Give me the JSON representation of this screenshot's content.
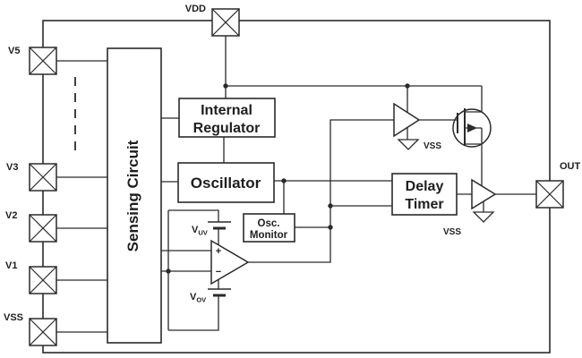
{
  "diagram": {
    "title_hint": "voltage-detector block diagram",
    "colors": {
      "line": "#2a2a2a",
      "bg": "#ffffff"
    },
    "pins": {
      "vdd": {
        "label": "VDD"
      },
      "v5": {
        "label": "V5"
      },
      "v3": {
        "label": "V3"
      },
      "v2": {
        "label": "V2"
      },
      "v1": {
        "label": "V1"
      },
      "vss": {
        "label": "VSS"
      },
      "out": {
        "label": "OUT"
      }
    },
    "blocks": {
      "sensing": {
        "label": "Sensing Circuit"
      },
      "regulator": {
        "line1": "Internal",
        "line2": "Regulator"
      },
      "oscillator": {
        "label": "Oscillator"
      },
      "osc_monitor": {
        "line1": "Osc.",
        "line2": "Monitor"
      },
      "delay_timer": {
        "line1": "Delay",
        "line2": "Timer"
      }
    },
    "comparator": {
      "plus": "+",
      "minus": "−"
    },
    "references": {
      "uv": {
        "base": "V",
        "sub": "UV"
      },
      "ov": {
        "base": "V",
        "sub": "OV"
      }
    },
    "grounds": {
      "vss_driver": "VSS",
      "vss_output": "VSS"
    }
  }
}
